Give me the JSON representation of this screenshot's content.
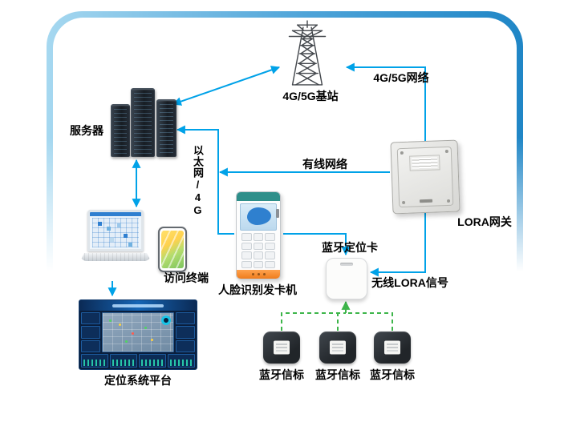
{
  "colors": {
    "accent": "#00a2e8",
    "green": "#3db54a"
  },
  "nodes": {
    "tower": {
      "label": "4G/5G基站"
    },
    "server": {
      "label": "服务器"
    },
    "gateway": {
      "label": "LORA网关"
    },
    "terminal": {
      "label": "访问终端"
    },
    "dispenser": {
      "label": "人脸识别发卡机"
    },
    "ble_card": {
      "label": "蓝牙定位卡"
    },
    "platform": {
      "label": "定位系统平台"
    },
    "beacons": {
      "labels": [
        "蓝牙信标",
        "蓝牙信标",
        "蓝牙信标"
      ]
    }
  },
  "edges": {
    "cellular": {
      "label": "4G/5G网络"
    },
    "wired": {
      "label": "有线网络"
    },
    "ethernet": {
      "label": "以太网/4G"
    },
    "lora": {
      "label": "无线LORA信号"
    }
  }
}
